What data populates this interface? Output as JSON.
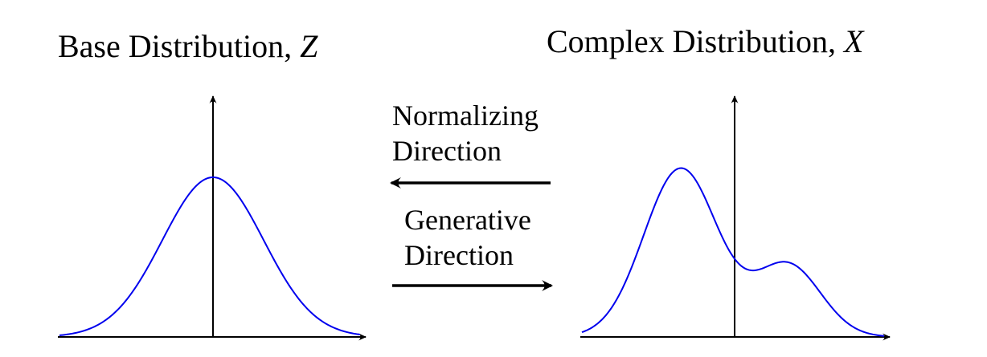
{
  "base": {
    "title": "Base Distribution, ",
    "variable": "Z"
  },
  "complex": {
    "title": "Complex Distribution, ",
    "variable": "X"
  },
  "normalizing": {
    "line1": "Normalizing",
    "line2": "Direction",
    "arrow_direction": "left"
  },
  "generative": {
    "line1": "Generative",
    "line2": "Direction",
    "arrow_direction": "right"
  },
  "colors": {
    "curve": "#0000ee",
    "axes": "#000000"
  }
}
